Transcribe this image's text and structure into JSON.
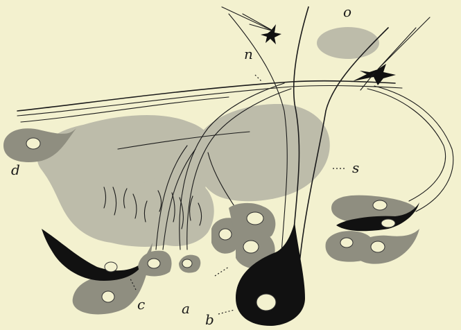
{
  "labels": {
    "o": "o",
    "n": "n",
    "d": "d",
    "s": "s",
    "c": "c",
    "a": "a",
    "b": "b"
  },
  "colors": {
    "background": "#f3f1cf",
    "tissue_grey": "#bdbcaa",
    "cell_grey": "#8f8e80",
    "ink": "#111111"
  }
}
